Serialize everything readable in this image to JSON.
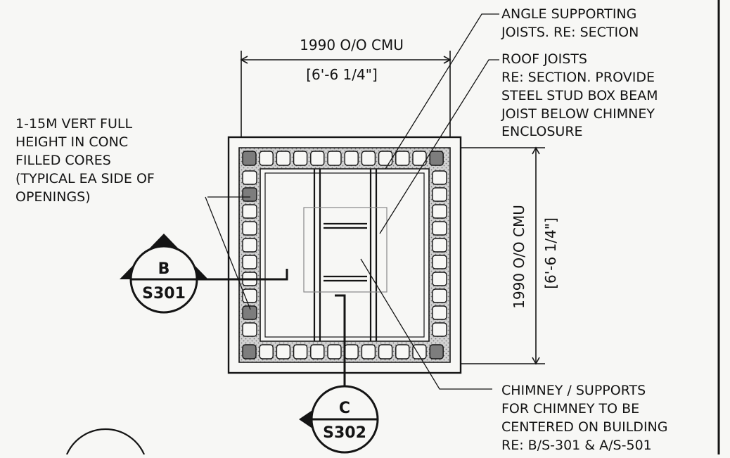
{
  "dimensions": {
    "top": {
      "metric": "1990 O/O CMU",
      "imperial": "[6'-6 1/4\"]"
    },
    "right": {
      "metric": "1990 O/O CMU",
      "imperial": "[6'-6 1/4\"]"
    }
  },
  "notes": {
    "angle": [
      "ANGLE SUPPORTING",
      "JOISTS. RE: SECTION"
    ],
    "roof_joists": [
      "ROOF JOISTS",
      "RE: SECTION. PROVIDE",
      "STEEL STUD BOX BEAM",
      "JOIST BELOW CHIMNEY",
      "ENCLOSURE"
    ],
    "rebar": [
      "1-15M VERT FULL",
      "HEIGHT IN CONC",
      "FILLED CORES",
      "(TYPICAL EA SIDE OF",
      "OPENINGS)"
    ],
    "chimney": [
      "CHIMNEY / SUPPORTS",
      "FOR CHIMNEY TO BE",
      "CENTERED ON BUILDING",
      "RE: B/S-301 & A/S-501"
    ]
  },
  "section_markers": [
    {
      "letter": "B",
      "sheet": "S301"
    },
    {
      "letter": "C",
      "sheet": "S302"
    }
  ],
  "colors": {
    "ink": "#141414",
    "paper": "#f7f7f5",
    "hatch": "#9a9a9a"
  }
}
